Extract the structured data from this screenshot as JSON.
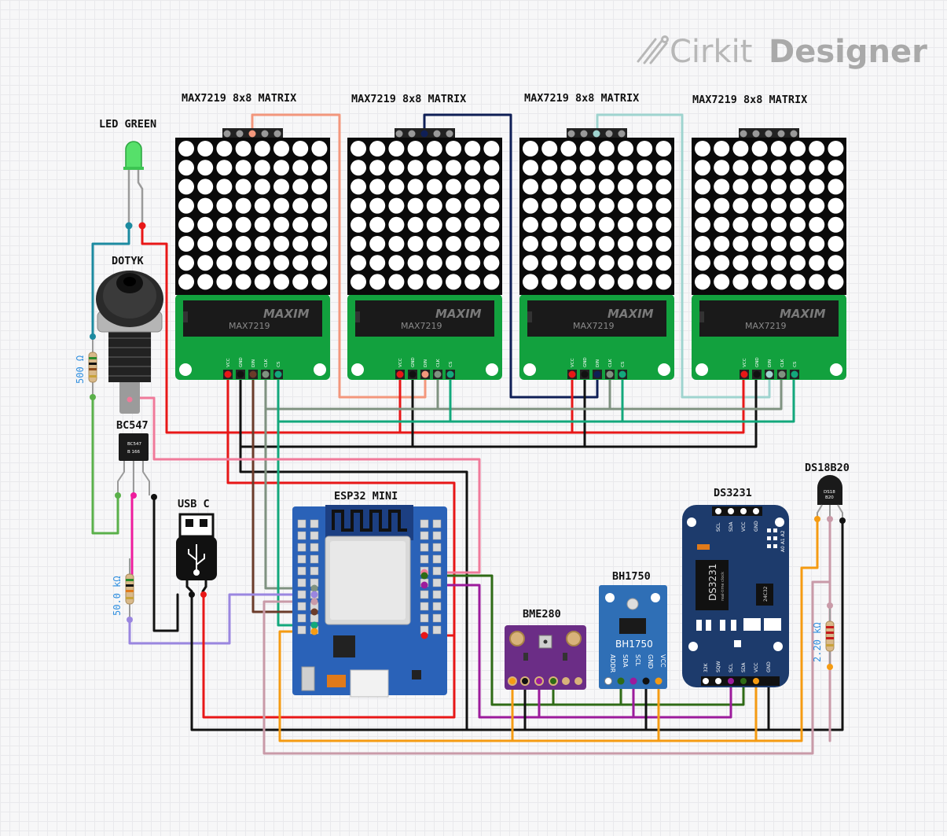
{
  "brand": {
    "prefix": "Cirkit",
    "suffix": "Designer"
  },
  "components": {
    "matrix1": {
      "label": "MAX7219 8x8 MATRIX",
      "chip": "MAX7219",
      "maker": "MAXIM"
    },
    "matrix2": {
      "label": "MAX7219 8x8 MATRIX",
      "chip": "MAX7219",
      "maker": "MAXIM"
    },
    "matrix3": {
      "label": "MAX7219 8x8 MATRIX",
      "chip": "MAX7219",
      "maker": "MAXIM"
    },
    "matrix4": {
      "label": "MAX7219 8x8 MATRIX",
      "chip": "MAX7219",
      "maker": "MAXIM"
    },
    "matrix_pins": [
      "VCC",
      "GND",
      "DIN",
      "CLK",
      "CS"
    ],
    "led": {
      "label": "LED GREEN",
      "color": "#3ad13a"
    },
    "jack": {
      "label": "DOTYK"
    },
    "r1": {
      "value": "500 Ω"
    },
    "transistor": {
      "label": "BC547",
      "marking1": "BC547",
      "marking2": "B 166"
    },
    "r2": {
      "value": "50.0 kΩ"
    },
    "usb": {
      "label": "USB C"
    },
    "esp32": {
      "label": "ESP32 MINI"
    },
    "bme280": {
      "label": "BME280"
    },
    "bh1750": {
      "label": "BH1750",
      "board_text": "BH1750",
      "pins": [
        "ADDR",
        "SDA",
        "SCL",
        "GND",
        "VCC"
      ]
    },
    "ds3231": {
      "label": "DS3231",
      "chip": "DS3231",
      "chip_sub": "real-time clock",
      "eeprom": "24C32",
      "top_pins": [
        "SCL",
        "SDA",
        "VCC",
        "GND"
      ],
      "bottom_pins": [
        "32K",
        "SQW",
        "SCL",
        "SDA",
        "VCC",
        "GND"
      ],
      "addr": "A0 A1 A2"
    },
    "ds18b20": {
      "label": "DS18B20",
      "marking1": "DS18",
      "marking2": "B20"
    },
    "r3": {
      "value": "2.20 kΩ"
    }
  },
  "colors": {
    "pcb_green": "#12a13e",
    "esp_blue": "#2a62b8",
    "bme_purple": "#6b2d86",
    "bh_blue": "#2f6fb6",
    "ds_navy": "#1d3b6c"
  }
}
